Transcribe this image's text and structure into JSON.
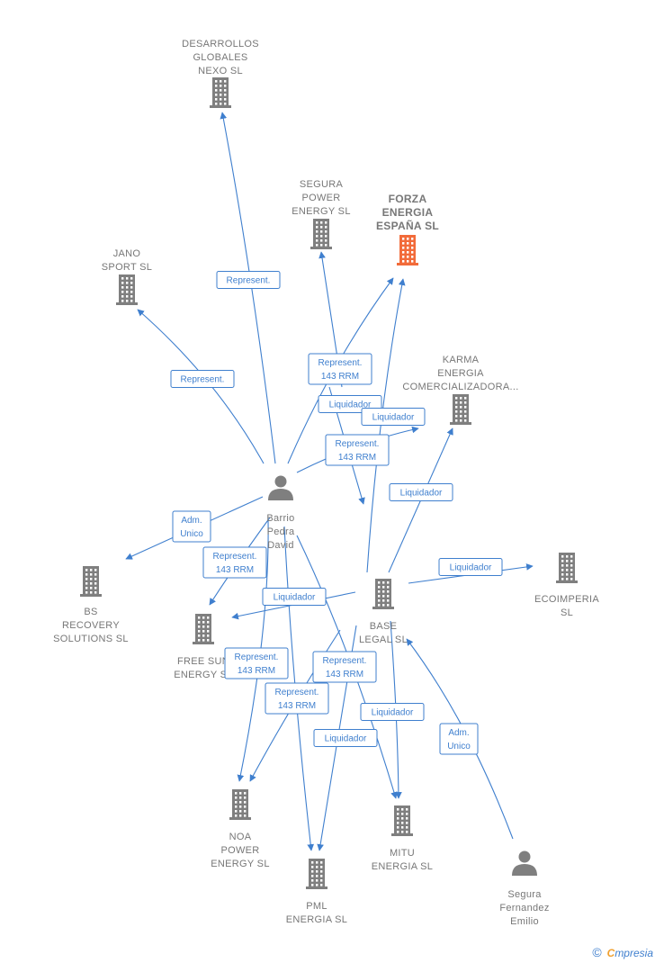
{
  "colors": {
    "edge": "#3f7fce",
    "building": "#7f7f7f",
    "focus_building": "#f26b3a",
    "person": "#7f7f7f",
    "label": "#777777"
  },
  "nodes": [
    {
      "id": "desarrollos",
      "type": "company",
      "lines": [
        "DESARROLLOS",
        "GLOBALES",
        "NEXO SL"
      ]
    },
    {
      "id": "segura_power",
      "type": "company",
      "lines": [
        "SEGURA",
        "POWER",
        "ENERGY  SL"
      ]
    },
    {
      "id": "forza",
      "type": "company",
      "focus": true,
      "lines": [
        "FORZA",
        "ENERGIA",
        "ESPAÑA  SL"
      ]
    },
    {
      "id": "jano",
      "type": "company",
      "lines": [
        "JANO",
        "SPORT  SL"
      ]
    },
    {
      "id": "karma",
      "type": "company",
      "lines": [
        "KARMA",
        "ENERGIA",
        "COMERCIALIZADORA..."
      ]
    },
    {
      "id": "barrio",
      "type": "person",
      "lines": [
        "Barrio",
        "Pedra",
        "David"
      ]
    },
    {
      "id": "bs",
      "type": "company",
      "lines": [
        "BS",
        "RECOVERY",
        "SOLUTIONS  SL"
      ]
    },
    {
      "id": "ecoimperia",
      "type": "company",
      "lines": [
        "ECOIMPERIA",
        "SL"
      ]
    },
    {
      "id": "base",
      "type": "company",
      "lines": [
        "BASE",
        "LEGAL  SL"
      ]
    },
    {
      "id": "freesun",
      "type": "company",
      "lines": [
        "FREE SUN",
        "ENERGY  SL"
      ]
    },
    {
      "id": "noa",
      "type": "company",
      "lines": [
        "NOA",
        "POWER",
        "ENERGY  SL"
      ]
    },
    {
      "id": "mitu",
      "type": "company",
      "lines": [
        "MITU",
        "ENERGIA  SL"
      ]
    },
    {
      "id": "pml",
      "type": "company",
      "lines": [
        "PML",
        "ENERGIA  SL"
      ]
    },
    {
      "id": "segura_emilio",
      "type": "person",
      "lines": [
        "Segura",
        "Fernandez",
        "Emilio"
      ]
    }
  ],
  "edges": [
    {
      "from": "barrio",
      "to": "desarrollos",
      "label": [
        "Represent."
      ]
    },
    {
      "from": "barrio",
      "to": "jano",
      "label": [
        "Represent."
      ]
    },
    {
      "from": "barrio",
      "to": "segura_power",
      "label": [
        "Represent.",
        "143 RRM"
      ]
    },
    {
      "from": "barrio",
      "to": "forza",
      "label": [
        "Liquidador"
      ]
    },
    {
      "from": "barrio",
      "to": "karma",
      "label": [
        "Represent.",
        "143 RRM"
      ]
    },
    {
      "from": "barrio",
      "to": "bs",
      "label": [
        "Adm.",
        "Unico"
      ]
    },
    {
      "from": "barrio",
      "to": "freesun",
      "label": [
        "Represent.",
        "143 RRM"
      ]
    },
    {
      "from": "barrio",
      "to": "noa",
      "label": [
        "Represent.",
        "143 RRM"
      ]
    },
    {
      "from": "barrio",
      "to": "pml",
      "label": [
        "Represent.",
        "143 RRM"
      ]
    },
    {
      "from": "barrio",
      "to": "mitu",
      "label": [
        "Represent.",
        "143 RRM"
      ]
    },
    {
      "from": "base",
      "to": "forza",
      "label": [
        "Liquidador"
      ]
    },
    {
      "from": "base",
      "to": "karma",
      "label": [
        "Liquidador"
      ]
    },
    {
      "from": "base",
      "to": "ecoimperia",
      "label": [
        "Liquidador"
      ]
    },
    {
      "from": "base",
      "to": "freesun",
      "label": [
        "Liquidador"
      ]
    },
    {
      "from": "base",
      "to": "mitu",
      "label": [
        "Liquidador"
      ]
    },
    {
      "from": "base",
      "to": "pml",
      "label": [
        "Liquidador"
      ]
    },
    {
      "from": "segura_emilio",
      "to": "base",
      "label": [
        "Adm.",
        "Unico"
      ]
    }
  ],
  "footer": {
    "copyright": "©",
    "brand_initial": "C",
    "brand_rest": "mpresia"
  }
}
